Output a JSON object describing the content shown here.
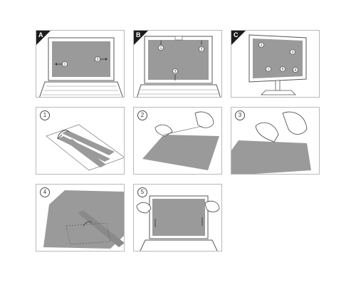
{
  "panels": {
    "a": {
      "tag": "A",
      "markers": [
        "1",
        "2"
      ]
    },
    "b": {
      "tag": "B",
      "markers": [
        "1",
        "2",
        "3"
      ]
    },
    "c": {
      "tag": "C",
      "markers": [
        "2",
        "3",
        "1",
        "5",
        "4"
      ]
    },
    "step1": {
      "number": "1"
    },
    "step2": {
      "number": "2"
    },
    "step3": {
      "number": "3"
    },
    "step4": {
      "number": "4"
    },
    "step5": {
      "number": "5"
    }
  },
  "colors": {
    "filter_gray": "#9a9a9a",
    "line": "#555555",
    "panel_border": "#b9b9b9"
  }
}
